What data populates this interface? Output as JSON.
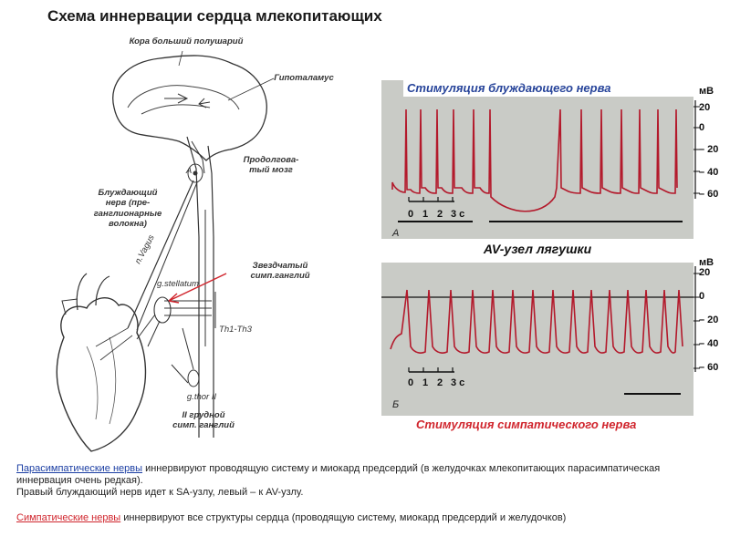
{
  "title": "Схема иннервации сердца млекопитающих",
  "diagram_labels": {
    "cortex": "Кора больший полушарий",
    "hypothalamus": "Гипоталамус",
    "medulla_l1": "Продолгова-",
    "medulla_l2": "тый мозг",
    "vagus_l1": "Блуждающий",
    "vagus_l2": "нерв (пре-",
    "vagus_l3": "ганглионарные",
    "vagus_l4": "волокна)",
    "stellate_l1": "Звездчатый",
    "stellate_l2": "симп.ганглий",
    "thoracic_l1": "II грудной",
    "thoracic_l2": "симп. ганглий",
    "n_vagus": "n.Vagus",
    "g_stellatum": "g.stellatum",
    "g_thor": "g.thor II",
    "th_label": "Th1-Th3",
    "letter_a": "A"
  },
  "recordings": {
    "vagus_title": "Стимуляция блуждающего нерва",
    "symp_title": "Стимуляция симпатического нерва",
    "av_title": "AV-узел лягушки",
    "unit": "мВ",
    "panel_a": "А",
    "panel_b": "Б",
    "scale_ticks": [
      "0",
      "1",
      "2",
      "3 с"
    ],
    "y_ticks_a": [
      "20",
      "0",
      "– 20",
      "– 40",
      "– 60"
    ],
    "y_ticks_b": [
      "20",
      "0",
      "– 20",
      "– 40",
      "– 60"
    ]
  },
  "text": {
    "p1_head": "Парасимпатические нервы",
    "p1_rest": " иннервируют проводящую систему и миокард предсердий (в желудочках млекопитающих парасимпатическая   иннервация очень редкая).",
    "p1_line2": "Правый блуждающий нерв идет к SA-узлу, левый – к AV-узлу.",
    "p2_head": "Симпатические нервы",
    "p2_rest": " иннервируют все структуры сердца (проводящую систему,  миокард предсердий и желудочков)"
  },
  "colors": {
    "trace": "#b3192b",
    "vagus_title": "#27449a",
    "symp_title": "#d0252d",
    "panel_bg": "#c9cbc6"
  }
}
